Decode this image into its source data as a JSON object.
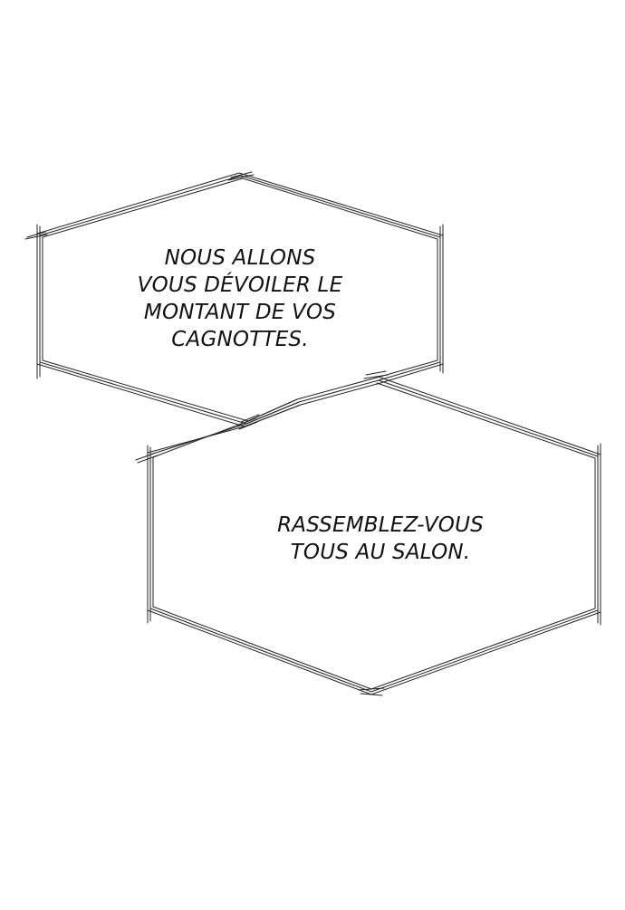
{
  "panel": {
    "background": "#ffffff",
    "ink": "#111111",
    "bubbles": [
      {
        "id": "bubble-1",
        "lines": [
          "NOUS ALLONS",
          "VOUS DÉVOILER LE",
          "MONTANT DE VOS",
          "CAGNOTTES."
        ]
      },
      {
        "id": "bubble-2",
        "lines": [
          "RASSEMBLEZ-VOUS",
          "TOUS AU SALON."
        ]
      }
    ]
  }
}
